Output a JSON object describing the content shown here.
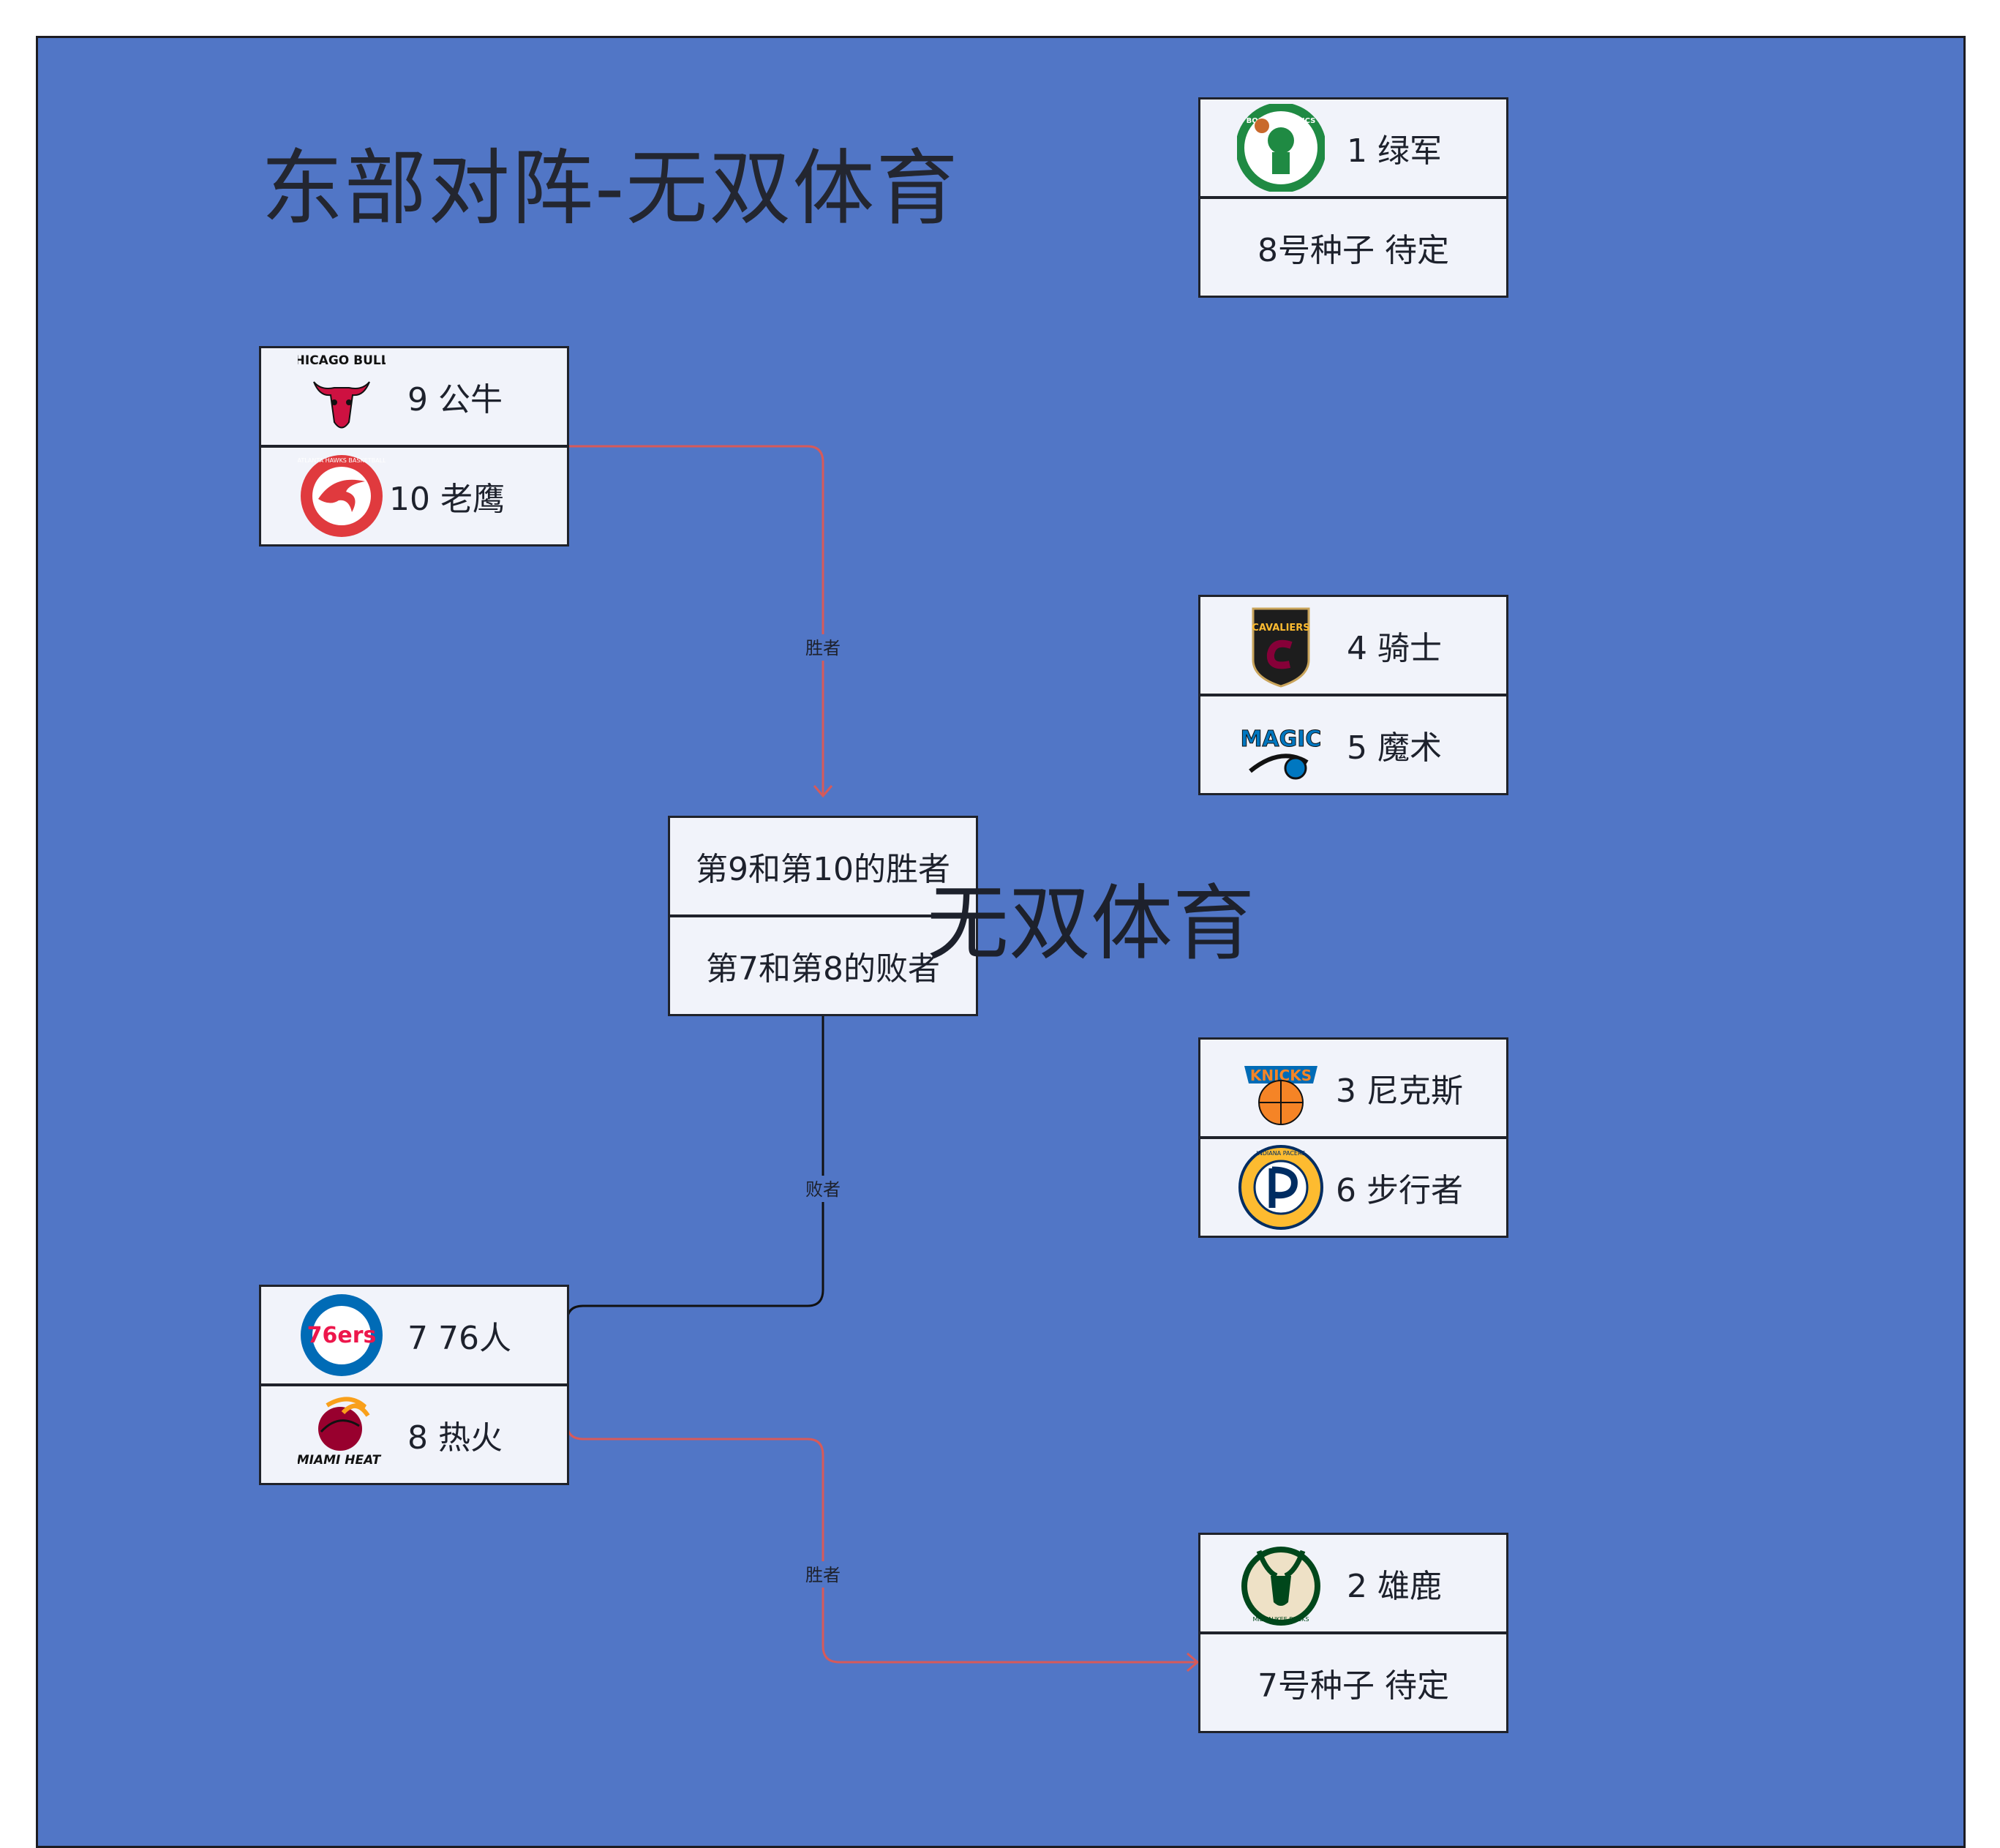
{
  "title": "东部对阵-无双体育",
  "watermark": "无双体育",
  "colors": {
    "background": "#5176c6",
    "winner_line": "#d65a5a",
    "loser_line": "#111111"
  },
  "matchups": {
    "m1": {
      "top": "1 绿军",
      "bottom": "8号种子 待定",
      "top_logo": "celtics-logo"
    },
    "m2": {
      "top": "9 公牛",
      "bottom": "10 老鹰",
      "top_logo": "bulls-logo",
      "bottom_logo": "hawks-logo"
    },
    "m3": {
      "top": "4 骑士",
      "bottom": "5 魔术",
      "top_logo": "cavaliers-logo",
      "bottom_logo": "magic-logo"
    },
    "m4": {
      "top": "第9和第10的胜者",
      "bottom": "第7和第8的败者"
    },
    "m5": {
      "top": "3 尼克斯",
      "bottom": "6 步行者",
      "top_logo": "knicks-logo",
      "bottom_logo": "pacers-logo"
    },
    "m6": {
      "top": "7 76人",
      "bottom": "8 热火",
      "top_logo": "76ers-logo",
      "bottom_logo": "heat-logo"
    },
    "m7": {
      "top": "2 雄鹿",
      "bottom": "7号种子 待定",
      "top_logo": "bucks-logo"
    }
  },
  "logo_text": {
    "bulls": "CHICAGO BULLS",
    "heat": "MIAMI HEAT",
    "cavaliers": "CAVALIERS",
    "magic": "MAGIC",
    "knicks": "KNICKS",
    "sixers": "76ers",
    "celtics": "BOSTON CELTICS",
    "hawks": "ATLANTA HAWKS BASKETBALL",
    "pacers": "INDIANA PACERS",
    "bucks": "MILWAUKEE BUCKS"
  },
  "connectors": {
    "winner_label": "胜者",
    "loser_label": "败者"
  }
}
